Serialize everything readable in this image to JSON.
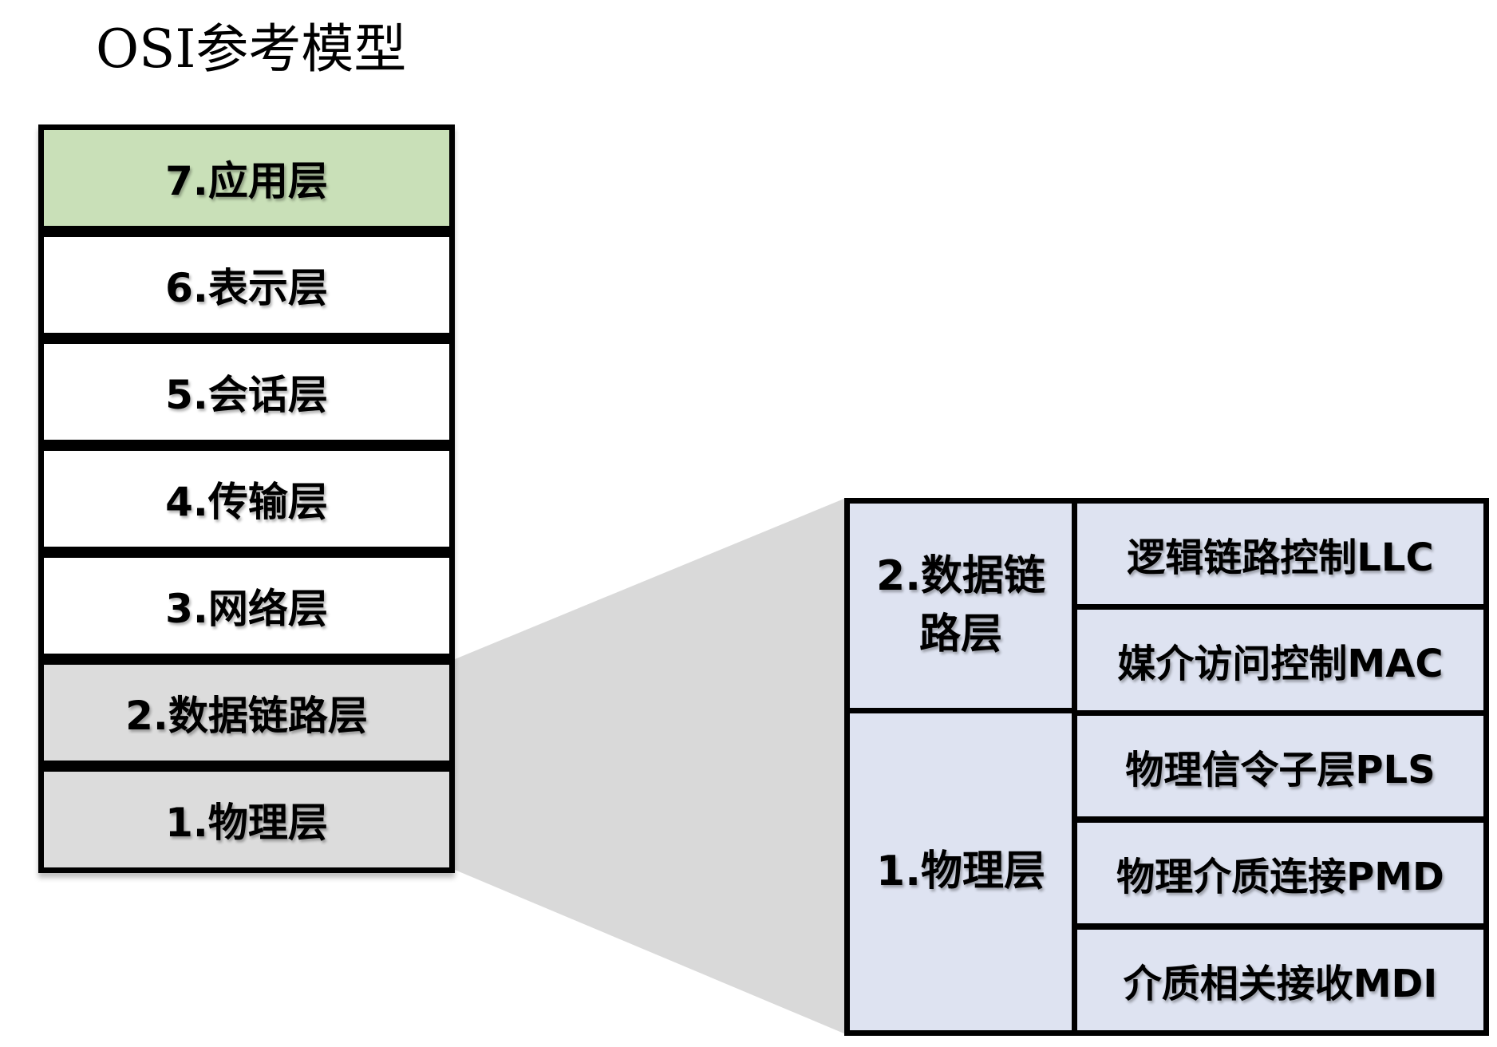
{
  "title": "OSI参考模型",
  "colors": {
    "application_fill": "#c9e0b8",
    "upper_layer_fill": "#ffffff",
    "lower_layer_fill": "#dcdcdc",
    "detail_fill": "#dee3f1",
    "connector_fill": "#d9d9d9",
    "border": "#000000"
  },
  "layers": [
    {
      "label": "7.应用层",
      "fill": "#c9e0b8"
    },
    {
      "label": "6.表示层",
      "fill": "#ffffff"
    },
    {
      "label": "5.会话层",
      "fill": "#ffffff"
    },
    {
      "label": "4.传输层",
      "fill": "#ffffff"
    },
    {
      "label": "3.网络层",
      "fill": "#ffffff"
    },
    {
      "label": "2.数据链路层",
      "fill": "#dcdcdc"
    },
    {
      "label": "1.物理层",
      "fill": "#dcdcdc"
    }
  ],
  "detail": {
    "data_link": {
      "label_line1": "2.数据链",
      "label_line2": "路层",
      "sublayers": [
        "逻辑链路控制LLC",
        "媒介访问控制MAC"
      ]
    },
    "physical": {
      "label": "1.物理层",
      "sublayers": [
        "物理信令子层PLS",
        "物理介质连接PMD",
        "介质相关接收MDI"
      ]
    }
  }
}
